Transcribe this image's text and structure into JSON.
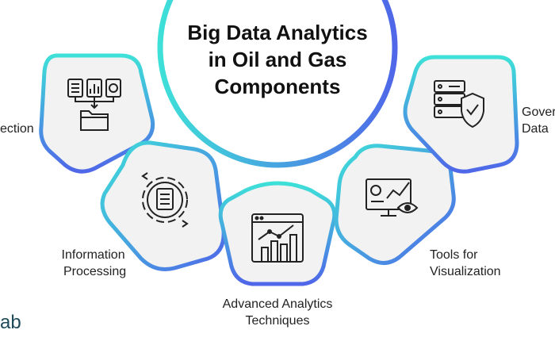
{
  "title": {
    "line1": "Big Data Analytics",
    "line2": "in Oil and Gas",
    "line3": "Components"
  },
  "components": [
    {
      "label_lines": [
        "ection"
      ],
      "icon": "data-collection-icon"
    },
    {
      "label_lines": [
        "Information",
        "Processing"
      ],
      "icon": "processing-gear-icon"
    },
    {
      "label_lines": [
        "Advanced Analytics",
        "Techniques"
      ],
      "icon": "analytics-chart-icon"
    },
    {
      "label_lines": [
        "Tools for",
        "Visualization"
      ],
      "icon": "visualization-monitor-icon"
    },
    {
      "label_lines": [
        "Gover",
        "Data "
      ],
      "icon": "governance-shield-icon"
    }
  ],
  "brand": "ab",
  "colors": {
    "gradient_start": "#3ee0d8",
    "gradient_end": "#4f67e8",
    "card_fill": "#f2f2f2",
    "icon_stroke": "#222222",
    "brand_text": "#1f4a5a"
  }
}
